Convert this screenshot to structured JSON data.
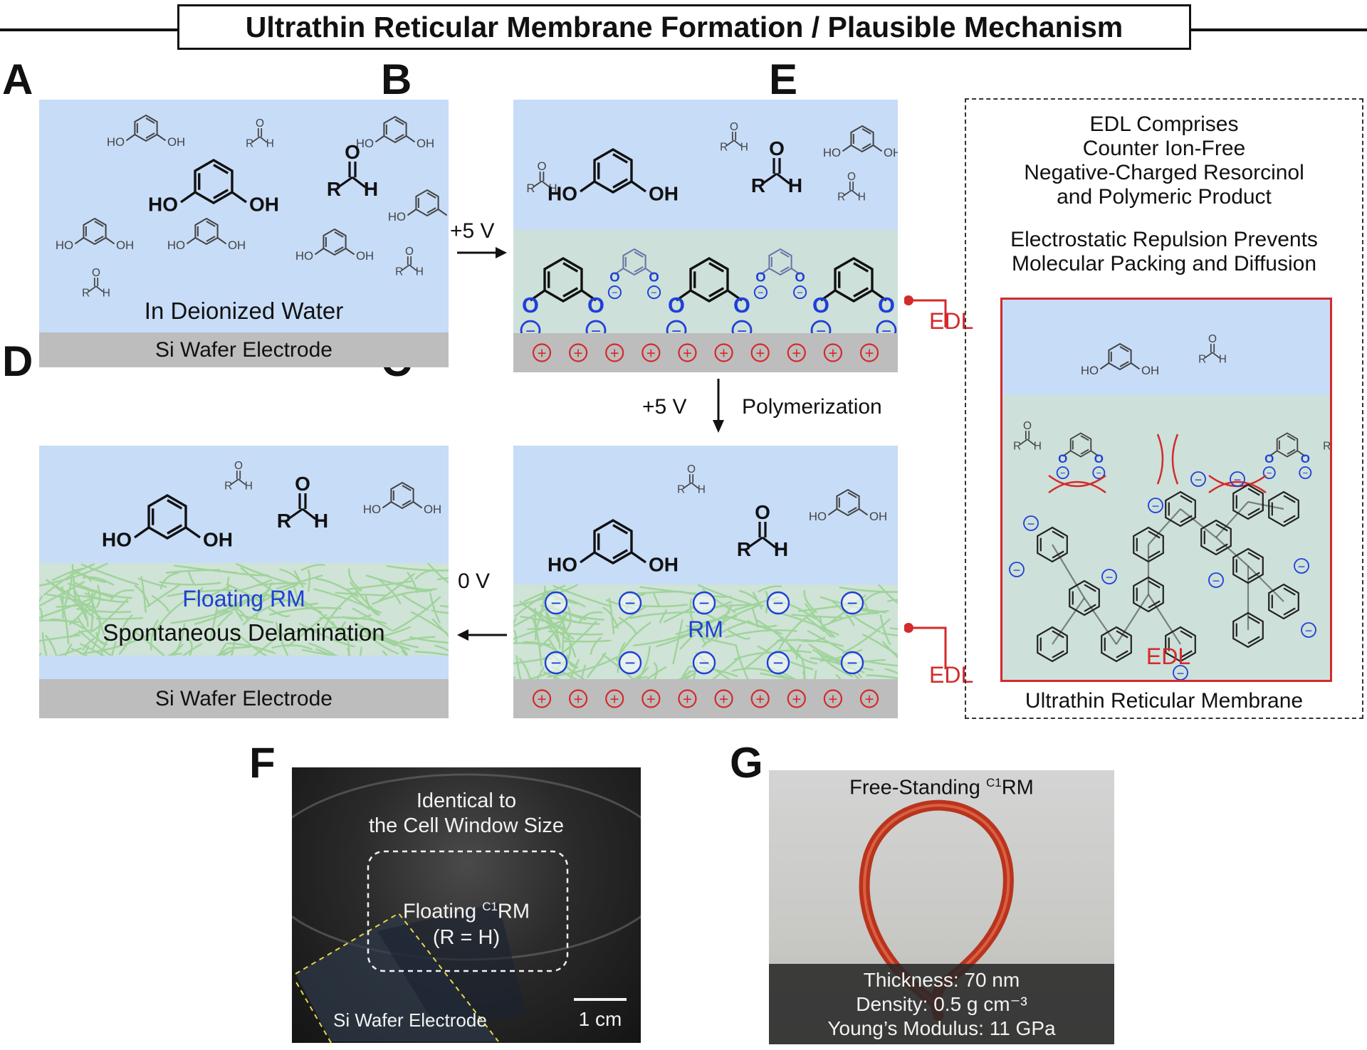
{
  "title": "Ultrathin Reticular Membrane Formation / Plausible Mechanism",
  "panels": {
    "a": {
      "label": "A",
      "medium": "In Deionized Water",
      "wafer": "Si Wafer Electrode"
    },
    "b": {
      "label": "B",
      "voltage": "+5 V",
      "edl": "EDL"
    },
    "bc": {
      "voltage": "+5 V",
      "step": "Polymerization"
    },
    "c": {
      "label": "C",
      "film": "RM",
      "edl": "EDL"
    },
    "cd": {
      "voltage": "0 V"
    },
    "d": {
      "label": "D",
      "film_line1": "Floating RM",
      "film_line2": "Spontaneous Delamination",
      "wafer": "Si Wafer Electrode"
    },
    "e": {
      "label": "E",
      "text1": [
        "EDL Comprises",
        "Counter Ion-Free",
        "Negative-Charged Resorcinol",
        "and Polymeric Product"
      ],
      "text2": [
        "Electrostatic Repulsion Prevents",
        "Molecular Packing and Diffusion"
      ],
      "edl": "EDL",
      "caption": "Ultrathin Reticular Membrane"
    },
    "f": {
      "label": "F",
      "line1": "Identical to",
      "line2": "the Cell Window Size",
      "float_line1": "Floating ",
      "float_sup": "C1",
      "float_after": "RM",
      "float_line2": "(R = H)",
      "wafer": "Si Wafer Electrode",
      "scale": "1 cm"
    },
    "g": {
      "label": "G",
      "title_main": "Free-Standing ",
      "title_sup": "C1",
      "title_after": "RM",
      "thickness": "Thickness: 70 nm",
      "density": "Density: 0.5 g cm⁻³",
      "modulus": "Young’s Modulus: 11 GPa"
    }
  },
  "chem": {
    "ho": "HO",
    "oh": "OH",
    "r": "R",
    "h": "H",
    "o": "O",
    "minus": "−",
    "plus": "+"
  },
  "colors": {
    "water": "#c7dcf7",
    "edl_layer": "#cde0da",
    "wafer": "#bdbdbd",
    "red": "#d42a2a",
    "blue": "#1f3fd6",
    "mesh": "#9fd39a"
  }
}
